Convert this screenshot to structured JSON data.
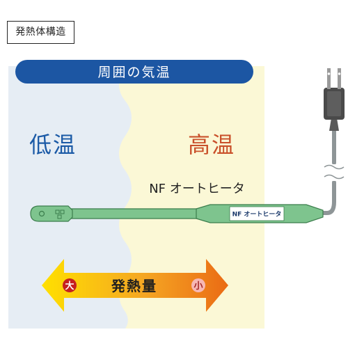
{
  "title": "発熱体構造",
  "banner": "周囲の気温",
  "zones": {
    "low": "低温",
    "high": "高温"
  },
  "heater": {
    "name": "NF オートヒータ",
    "tag": "NF オートヒータ"
  },
  "arrow": {
    "label": "発熱量",
    "left_marker": "大",
    "right_marker": "小"
  },
  "icons": {
    "plug": "power-plug-icon",
    "cable_break": "break-mark-icon"
  },
  "colors": {
    "cold_zone": "#e6edf4",
    "warm_zone": "#fbf8d6",
    "banner": "#1c56a3",
    "heater": "#7ec48e",
    "heater_edge": "#3b7d4c",
    "cable": "#8e9597",
    "plug": "#4a4a4a",
    "low_text": "#1b5aa6",
    "high_text": "#c9502a",
    "arrow_start": "#ffe000",
    "arrow_end": "#ea6b14",
    "dai_marker": "#c62020",
    "sho_marker": "#f7b8b4"
  }
}
